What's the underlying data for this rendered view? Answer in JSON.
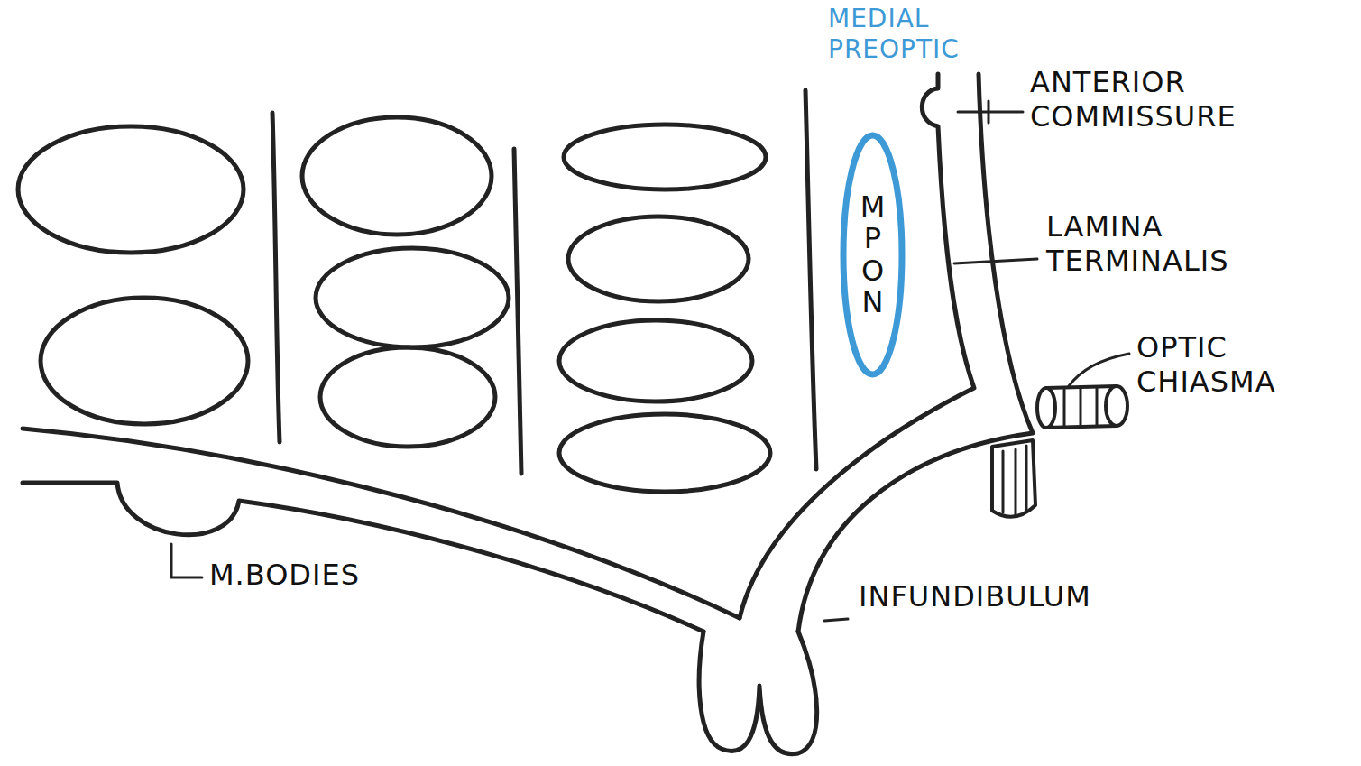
{
  "diagram": {
    "nodes": [
      {
        "text": [
          "MPON"
        ]
      }
    ],
    "labels": [
      "MEDIAL PREOPTIC",
      "ANTERIOR COMMISSURE",
      "LAMINA TERMINALIS",
      "OPTIC CHIASMA",
      "INFUNDIBULUM",
      "M.BODIES"
    ]
  }
}
